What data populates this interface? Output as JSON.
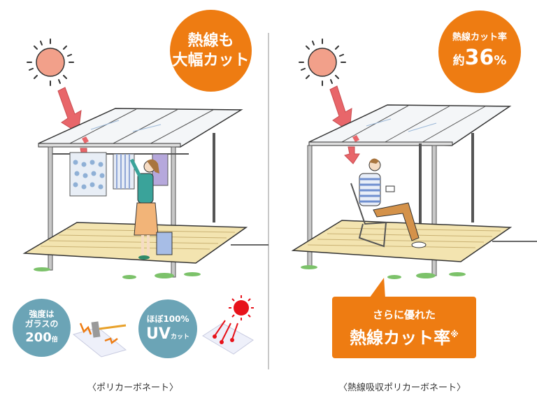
{
  "colors": {
    "badge_orange": "#ee7c12",
    "badge_blue": "#6ba4b6",
    "sun_fill": "#f2a08a",
    "arrow": "#e8666a",
    "deck": "#f3e4b0",
    "divider": "#c8c8c8"
  },
  "left_panel": {
    "badge": {
      "line1": "熱線も",
      "line2": "大幅カット"
    },
    "features": [
      {
        "line1": "強度は",
        "line2": "ガラスの",
        "value": "200",
        "unit": "倍",
        "icon": "hammer-on-panel-icon"
      },
      {
        "line1": "ほぼ100%",
        "value": "UV",
        "unit": "カット",
        "icon": "sun-rays-on-panel-icon"
      }
    ],
    "illustration": "woman-hanging-laundry-under-carport-roof",
    "caption": "〈ポリカーボネート〉"
  },
  "right_panel": {
    "badge": {
      "line1": "熱線カット率",
      "prefix": "約",
      "value": "36",
      "unit": "%"
    },
    "callout": {
      "line1": "さらに優れた",
      "line2": "熱線カット率",
      "note": "※"
    },
    "illustration": "man-reading-in-chair-under-carport-roof",
    "caption": "〈熱線吸収ポリカーボネート〉"
  }
}
